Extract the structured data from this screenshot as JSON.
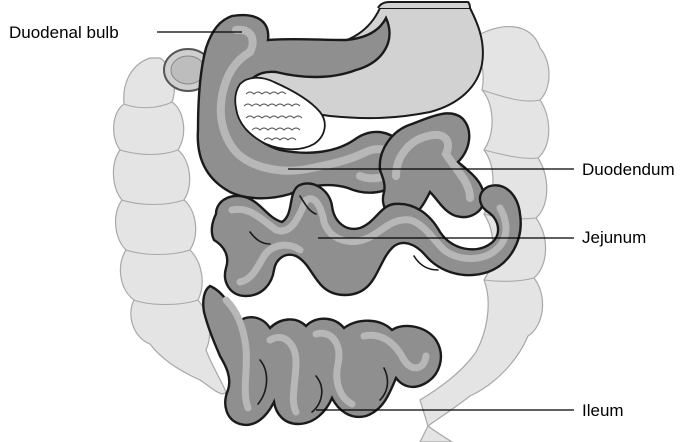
{
  "labels": {
    "duodenal_bulb": "Duodenal bulb",
    "duodendum": "Duodendum",
    "jejunum": "Jejunum",
    "ileum": "Ileum"
  },
  "colors": {
    "background": "#ffffff",
    "colon_fill": "#e4e4e4",
    "colon_stroke": "#a8a8a8",
    "stomach_fill": "#d2d2d2",
    "intestine_dark": "#8f8f8f",
    "intestine_light": "#b7b7b7",
    "pancreas_fill": "#ffffff",
    "outline": "#1a1a1a",
    "leader_line": "#000000"
  }
}
